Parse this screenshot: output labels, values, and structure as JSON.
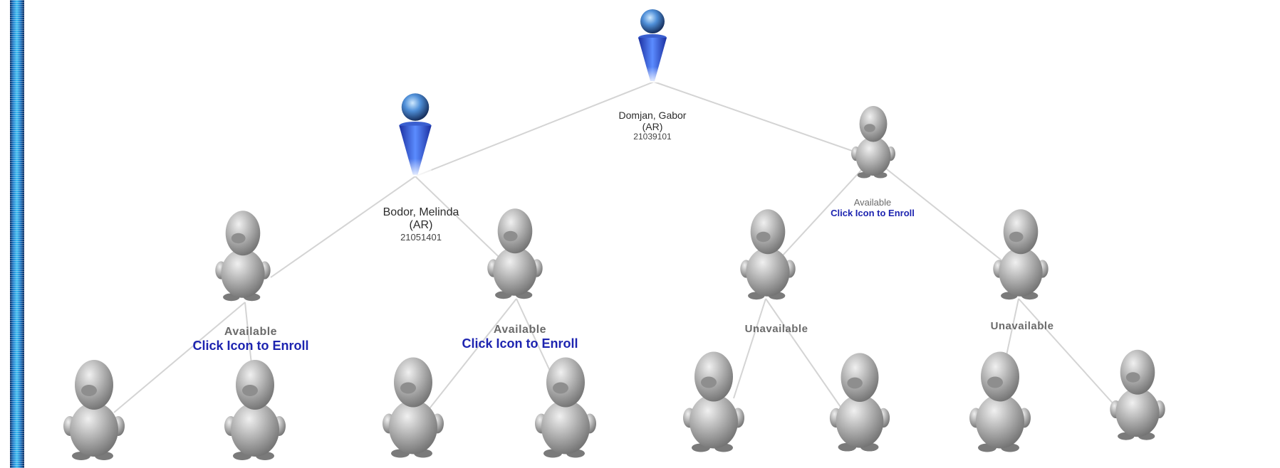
{
  "icons": {
    "member": "member-icon",
    "open_slot": "person-placeholder-icon"
  },
  "colors": {
    "member_blue": "#2a5bd6",
    "enroll_link": "#1d24b0",
    "status_gray": "#6b6b6b",
    "connector": "#d4d4d4",
    "side_bar": "#2ab0ea"
  },
  "tree": {
    "root": {
      "name": "Domjan, Gabor",
      "rank": "(AR)",
      "id": "21039101"
    },
    "left": {
      "name": "Bodor, Melinda",
      "rank": "(AR)",
      "id": "21051401"
    },
    "right": {
      "status": "Available",
      "action": "Click Icon to Enroll"
    },
    "level3": [
      {
        "status": "Available",
        "action": "Click Icon to Enroll"
      },
      {
        "status": "Available",
        "action": "Click Icon to Enroll"
      },
      {
        "status": "Unavailable",
        "action": ""
      },
      {
        "status": "Unavailable",
        "action": ""
      }
    ]
  }
}
